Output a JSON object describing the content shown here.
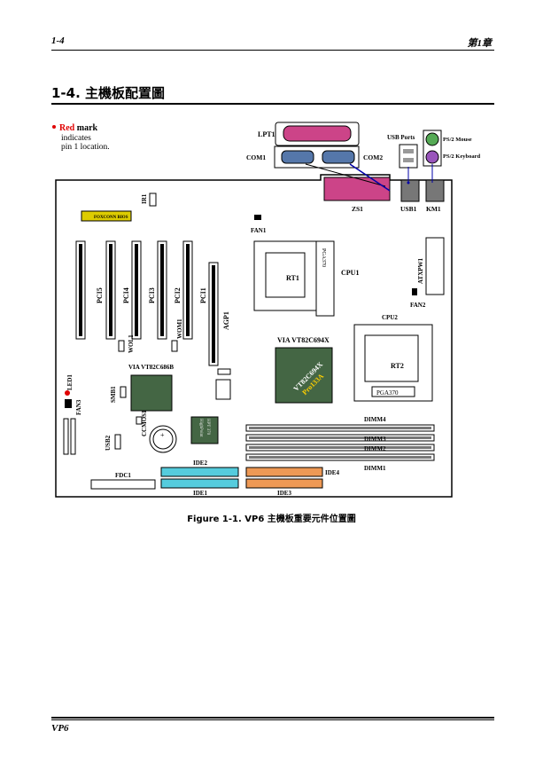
{
  "header": {
    "left": "1-4",
    "right": "第1章"
  },
  "section_title": "1-4.   主機板配置圖",
  "figure_caption": "Figure 1-1. VP6 主機板重要元件位置圖",
  "footer": "VP6",
  "note": {
    "red": "Red",
    "rest1": " mark",
    "rest2": "indicates",
    "rest3": "pin 1 location."
  },
  "labels": {
    "lpt1": "LPT1",
    "com1": "COM1",
    "com2": "COM2",
    "usb_ports": "USB Ports",
    "ps2_mouse": "PS/2 Mouse",
    "ps2_keyboard": "PS/2 Keyboard",
    "zs1": "ZS1",
    "usb1": "USB1",
    "km1": "KM1",
    "ir1": "IR1",
    "fan1": "FAN1",
    "cpu1": "CPU1",
    "rt1": "RT1",
    "atxpw1": "ATXPW1",
    "fan2": "FAN2",
    "cpu2": "CPU2",
    "rt2": "RT2",
    "via694": "VIA VT82C694X",
    "via686": "VIA VT82C686B",
    "pci5": "PCI5",
    "pci4": "PCI4",
    "pci3": "PCI3",
    "pci2": "PCI2",
    "pci1": "PCI1",
    "agp1": "AGP1",
    "wol1": "WOL1",
    "wom1": "WOM1",
    "led1": "LED1",
    "fan3": "FAN3",
    "smb1": "SMB1",
    "ccmos1": "CCMOS1",
    "usb2": "USB2",
    "ide2": "IDE2",
    "ide4": "IDE4",
    "fdc1": "FDC1",
    "ide1": "IDE1",
    "ide3": "IDE3",
    "dimm4": "DIMM4",
    "dimm3": "DIMM3",
    "dimm2": "DIMM2",
    "dimm1": "DIMM1",
    "chip694_line1": "VT82C694X",
    "chip694_line2": "Pro133A",
    "pga370": "PGA370",
    "bios": "FOXCONN BIOS",
    "highpoint": "HighPoint",
    "hpt370": "HPT 370",
    "bat_plus": "+"
  },
  "colors": {
    "red_mark": "#e00000",
    "lpt_pink": "#cc4488",
    "com_blue": "#5577aa",
    "ide_cyan": "#55ccdd",
    "ide_orange": "#ee9955",
    "bios_yellow": "#ddcc00",
    "chip_green": "#446644"
  }
}
